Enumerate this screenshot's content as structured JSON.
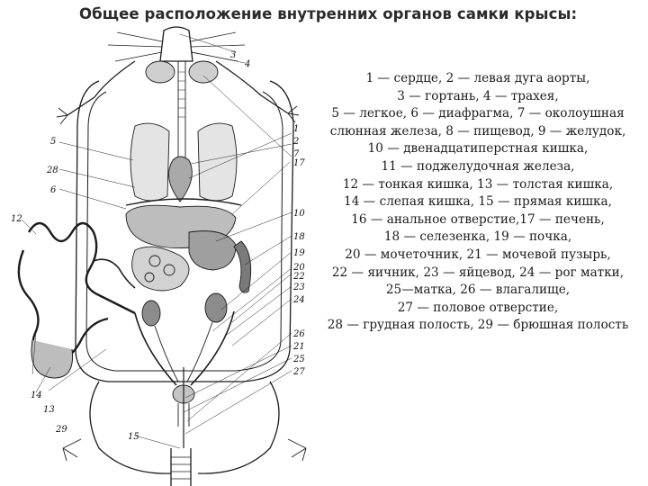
{
  "title": "Общее расположение внутренних органов самки крысы:",
  "legend_lines": [
    "1 — сердце, 2 — левая дуга аорты,",
    "3 — гортань, 4 — трахея,",
    "5 — легкое, 6 — диафрагма, 7 — околоушная",
    "слюнная железа, 8 — пищевод, 9 — желудок,",
    "10 — двенадцатиперстная кишка,",
    "11 — поджелудочная железа,",
    "12 — тонкая кишка, 13 — толстая кишка,",
    "14 — слепая кишка, 15 — прямая кишка,",
    "16 — анальное отверстие,17 — печень,",
    "18 — селезенка, 19 — почка,",
    "20 — мочеточник, 21 — мочевой пузырь,",
    "22 — яичник, 23 — яйцевод, 24 — рог матки,",
    "25—матка, 26 — влагалище,",
    "27 — половое отверстие,",
    "28 — грудная полость, 29 — брюшная полость"
  ],
  "diagram_labels": {
    "right_top": [
      "3",
      "4"
    ],
    "right_side": [
      "1",
      "2",
      "7",
      "17",
      "10",
      "18",
      "19",
      "20",
      "22",
      "23",
      "24",
      "26",
      "21",
      "25",
      "27"
    ],
    "left_side": [
      "5",
      "28",
      "6",
      "12",
      "14",
      "13",
      "29",
      "15"
    ]
  }
}
